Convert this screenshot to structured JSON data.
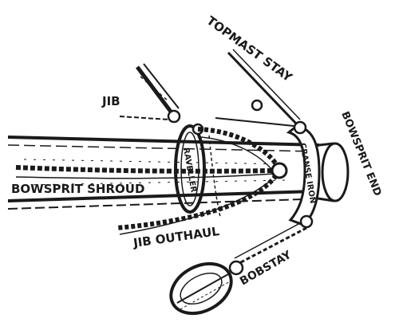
{
  "labels": {
    "topmast_stay": "TOPMAST STAY",
    "jib": "JIB",
    "bowsprit_end": "BOWSPRIT END",
    "bowsprit_shroud": "BOWSPRIT SHROUD",
    "jib_outhaul": "JIB OUTHAUL",
    "bobstay": "BOBSTAY",
    "crane_iron": "CRANSE IRON",
    "traveller": "RAVELLER"
  },
  "colors": {
    "ink": "#1a1a1a",
    "paper": "#ffffff"
  }
}
